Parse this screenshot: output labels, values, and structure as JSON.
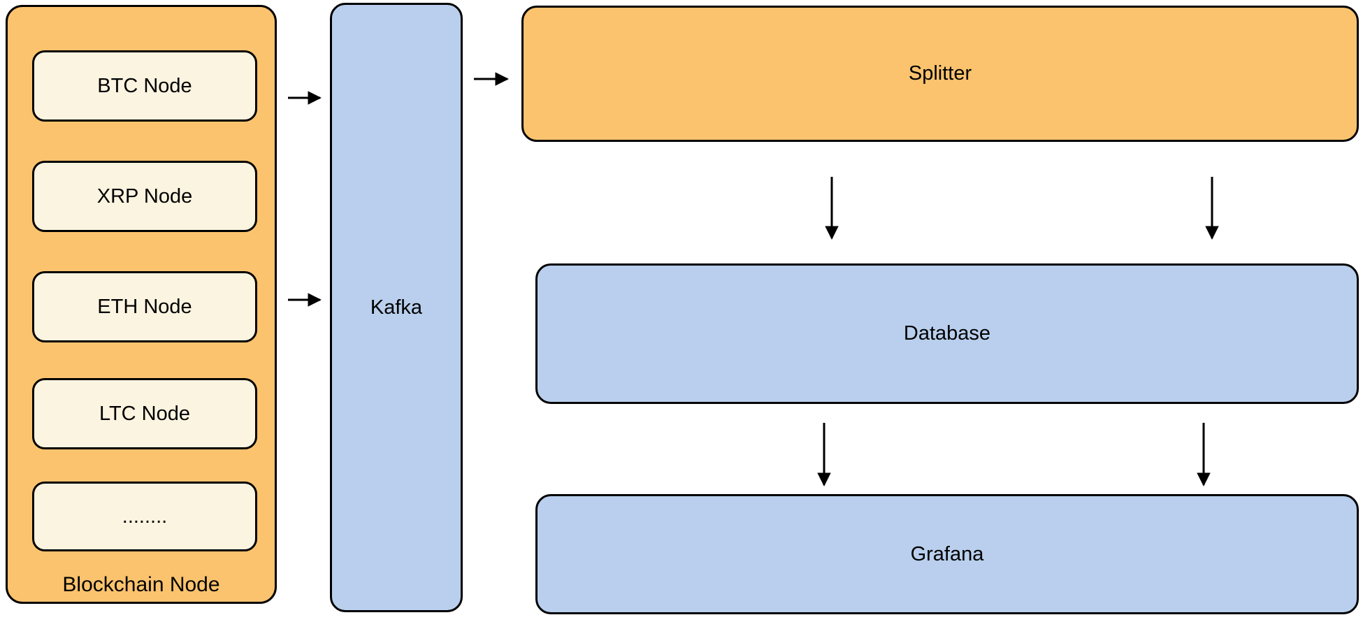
{
  "colors": {
    "group_fill": "#FBC36E",
    "node_fill": "#FBF4E0",
    "pipeline_fill": "#B9CFED",
    "stroke": "#000000",
    "text": "#000000"
  },
  "blockchain_group": {
    "label": "Blockchain Node",
    "nodes": [
      {
        "label": "BTC Node"
      },
      {
        "label": "XRP Node"
      },
      {
        "label": "ETH Node"
      },
      {
        "label": "LTC Node"
      },
      {
        "label": "........"
      }
    ]
  },
  "kafka": {
    "label": "Kafka"
  },
  "splitter": {
    "label": "Splitter"
  },
  "database": {
    "label": "Database"
  },
  "grafana": {
    "label": "Grafana"
  }
}
